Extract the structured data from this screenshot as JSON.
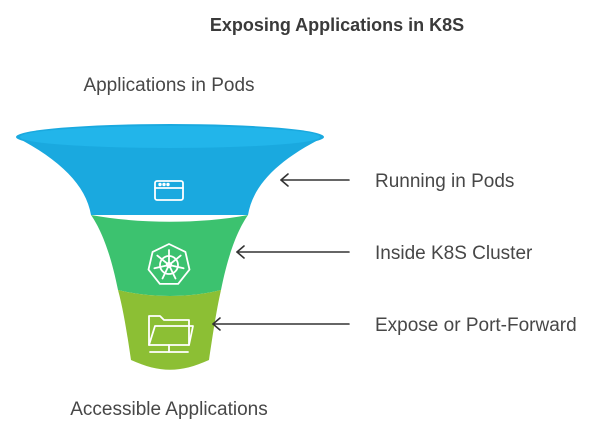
{
  "title": "Exposing Applications in K8S",
  "top_label": "Applications in Pods",
  "bottom_label": "Accessible Applications",
  "stages": [
    {
      "label": "Running in Pods",
      "color": "#1aa9df",
      "icon": "browser-window-icon"
    },
    {
      "label": "Inside K8S Cluster",
      "color": "#3cc26f",
      "icon": "kubernetes-helm-icon"
    },
    {
      "label": "Expose or Port-Forward",
      "color": "#8cbf34",
      "icon": "network-folder-icon"
    }
  ],
  "colors": {
    "funnel_rim": "#1aa9df",
    "funnel_rim_inner": "#22b5ea",
    "arrow": "#333333",
    "text": "#474747",
    "icon_stroke": "#ffffff"
  }
}
